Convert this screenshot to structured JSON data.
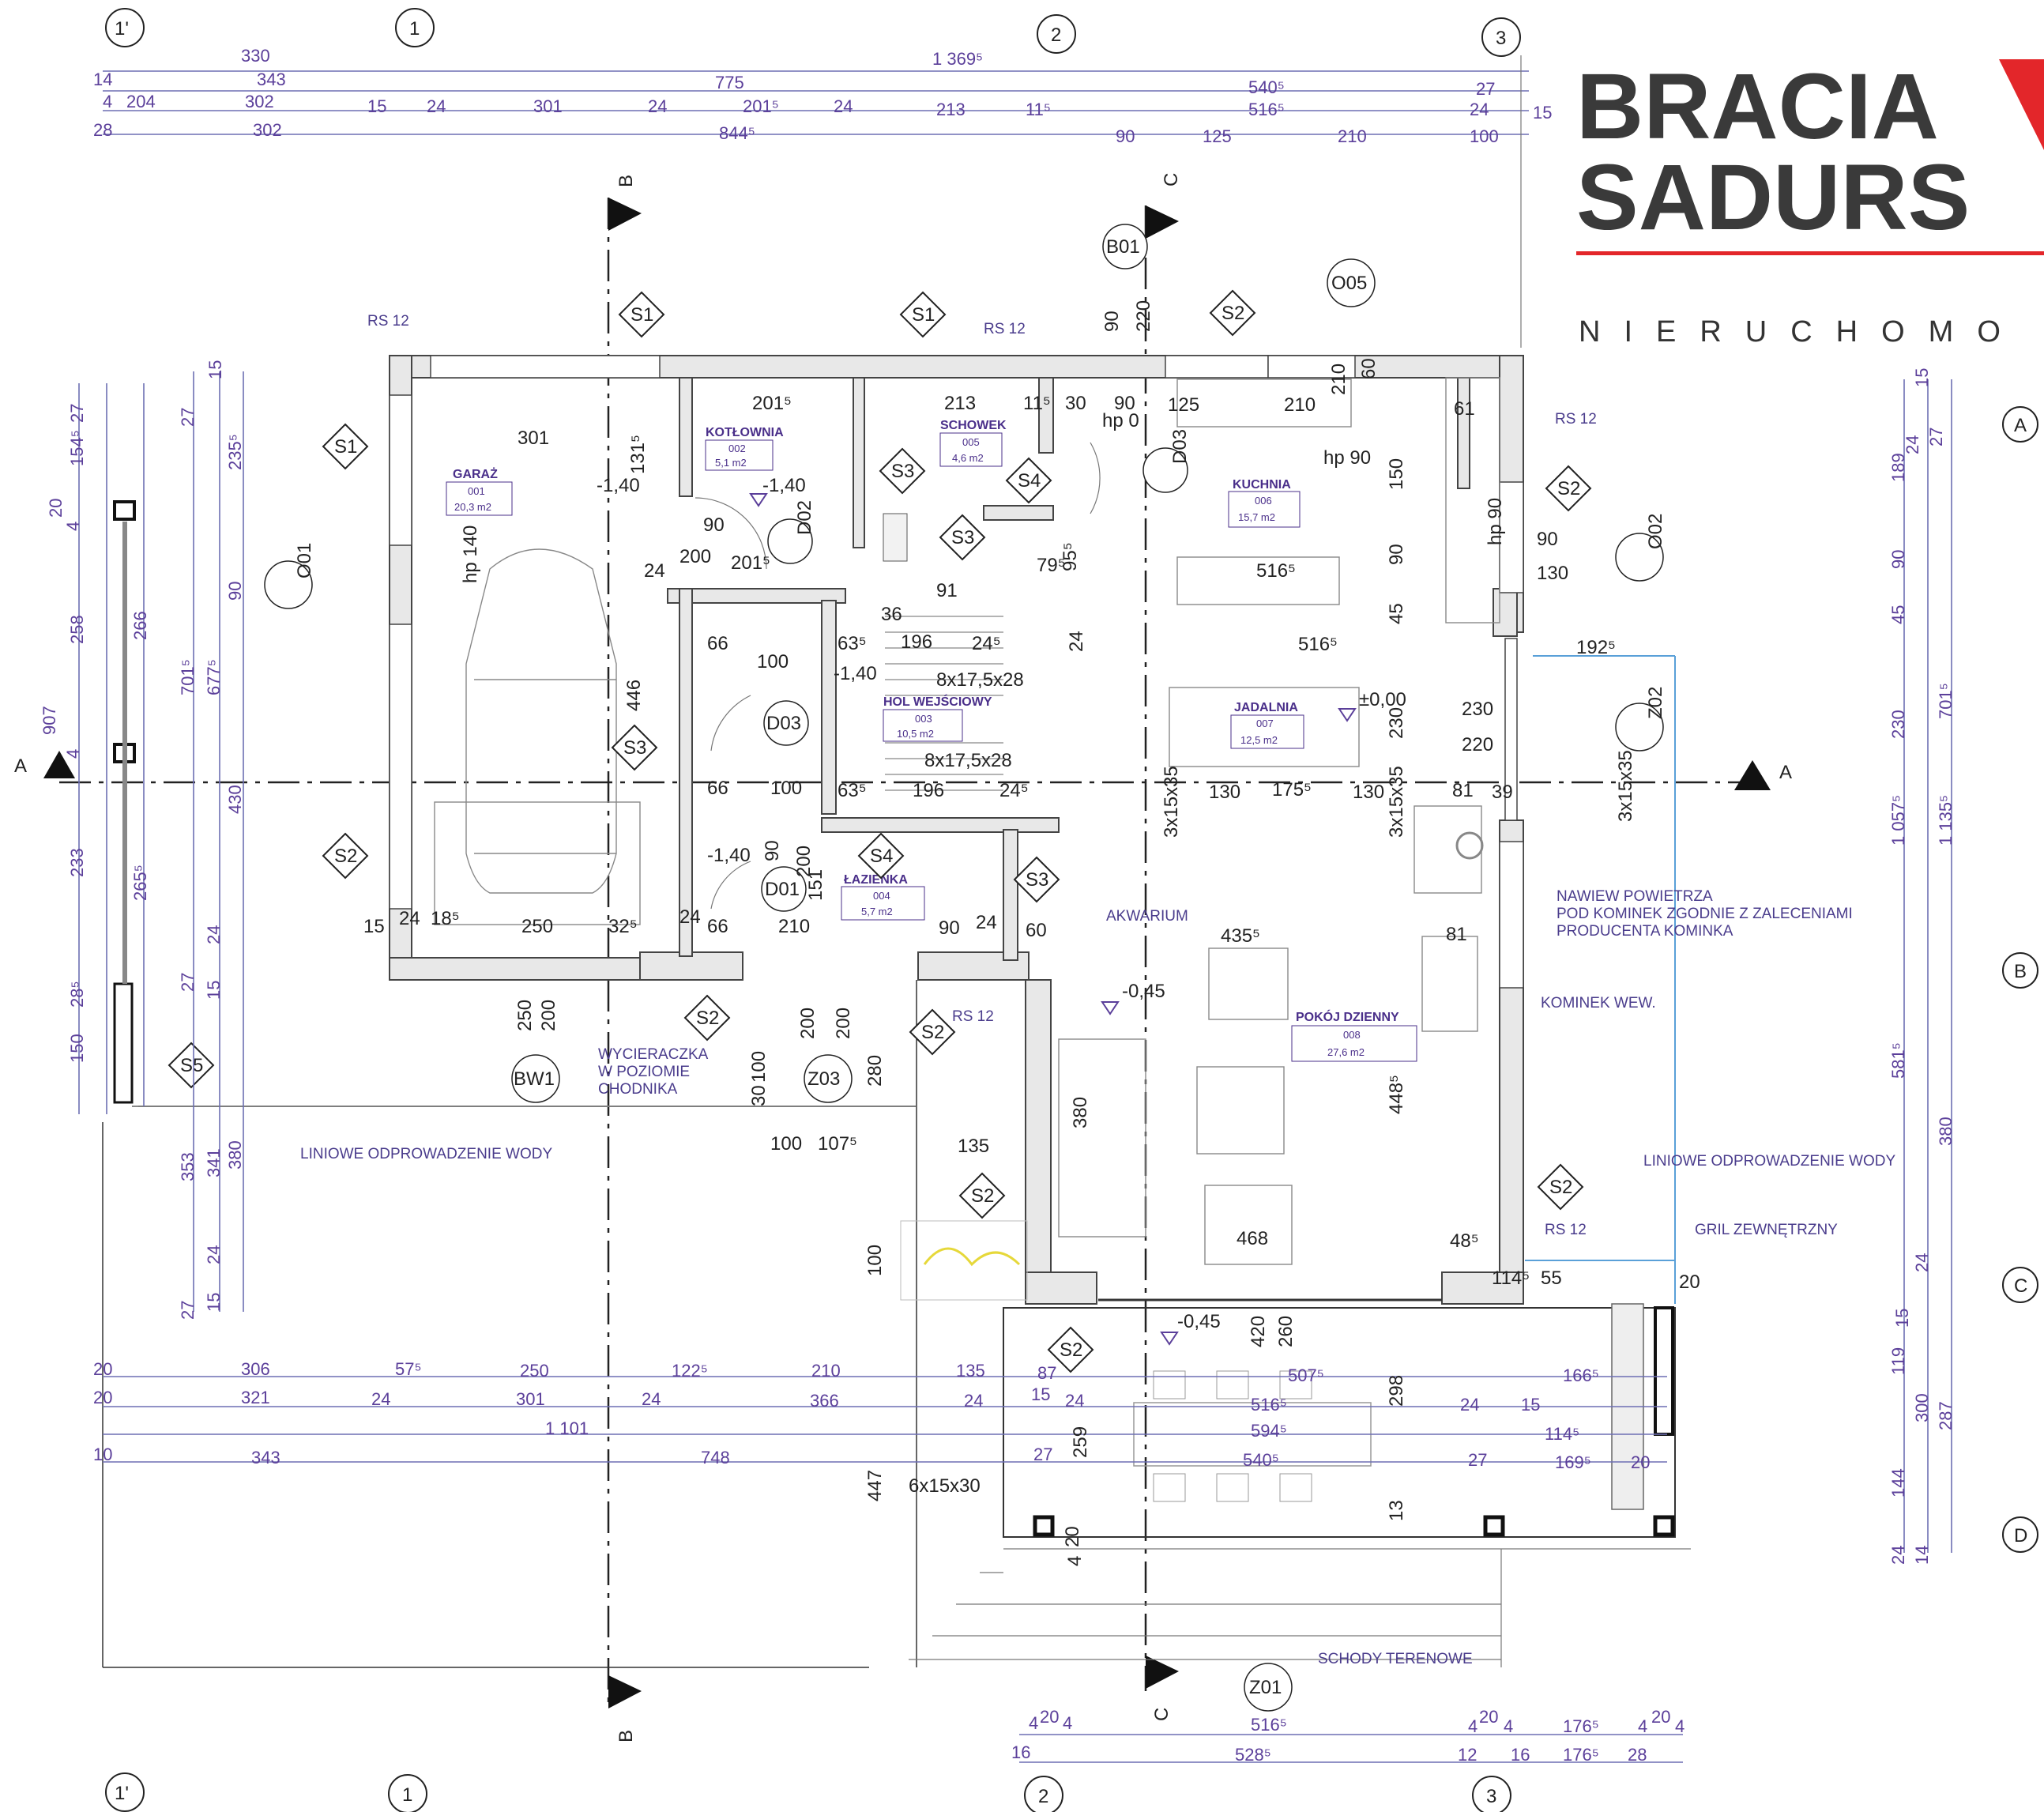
{
  "brand": {
    "line1": "BRACIA",
    "line2": "SADURS",
    "line3": "NIERUCHOMO",
    "accent": "#e3262a"
  },
  "axes": {
    "top": [
      "1'",
      "1",
      "2",
      "3"
    ],
    "bottom": [
      "1'",
      "1",
      "2",
      "3"
    ],
    "right": [
      "A",
      "B",
      "C",
      "D"
    ]
  },
  "sections": {
    "a": "A",
    "b": "B",
    "c": "C"
  },
  "rooms": [
    {
      "name": "GARAŻ",
      "num": "001",
      "area": "20,3 m2"
    },
    {
      "name": "KOTŁOWNIA",
      "num": "002",
      "area": "5,1 m2"
    },
    {
      "name": "SCHOWEK",
      "num": "005",
      "area": "4,6 m2"
    },
    {
      "name": "KUCHNIA",
      "num": "006",
      "area": "15,7 m2"
    },
    {
      "name": "HOL WEJŚCIOWY",
      "num": "003",
      "area": "10,5 m2"
    },
    {
      "name": "JADALNIA",
      "num": "007",
      "area": "12,5 m2"
    },
    {
      "name": "ŁAZIENKA",
      "num": "004",
      "area": "5,7 m2"
    },
    {
      "name": "POKÓJ DZIENNY",
      "num": "008",
      "area": "27,6 m2"
    }
  ],
  "notes": {
    "rs12": "RS 12",
    "nawiew1": "NAWIEW POWIETRZA",
    "nawiew2": "POD KOMINEK ZGODNIE Z ZALECENIAMI",
    "nawiew3": "PRODUCENTA KOMINKA",
    "kominek": "KOMINEK WEW.",
    "akwarium": "AKWARIUM",
    "liniowe": "LINIOWE ODPROWADZENIE WODY",
    "gril": "GRIL ZEWNĘTRZNY",
    "schody": "SCHODY TERENOWE",
    "wyc1": "WYCIERACZKA",
    "wyc2": "W POZIOMIE",
    "wyc3": "CHODNIKA",
    "stairs1": "8x17,5x28",
    "stairs2": "8x17,5x28",
    "stairs3": "6x15x30",
    "col1": "3x15x35",
    "col2": "3x15x35",
    "col3": "3x15x35"
  },
  "tags": {
    "s1": "S1",
    "s2": "S2",
    "s3": "S3",
    "s4": "S4",
    "s5": "S5",
    "o01": "O01",
    "o02": "O02",
    "o05": "O05",
    "z01": "Z01",
    "z02": "Z02",
    "z03": "Z03",
    "b01": "B01",
    "bw1": "BW1",
    "d01": "D01",
    "d02": "D02",
    "d03": "D03"
  },
  "levels": {
    "l1": "-1,40",
    "l2": "-1,40",
    "l3": "-1,40",
    "l4": "±0,00",
    "l5": "-0,45",
    "l6": "-0,45",
    "hp0": "hp 0",
    "hp90": "hp 90",
    "hp140": "hp 140",
    "hp90b": "hp 90"
  },
  "dims_top": {
    "r1": [
      "330",
      "1 369⁵"
    ],
    "r2": [
      "14",
      "343",
      "775",
      "540⁵",
      "27"
    ],
    "r3": [
      "4",
      "204",
      "302",
      "15",
      "24",
      "301",
      "24",
      "201⁵",
      "24",
      "213",
      "11⁵",
      "516⁵",
      "24",
      "15"
    ],
    "r4": [
      "28",
      "302",
      "844⁵",
      "90",
      "125",
      "210",
      "100"
    ]
  },
  "dims_bottom": {
    "r1": [
      "20",
      "306",
      "57⁵",
      "250",
      "122⁵",
      "210",
      "135",
      "87",
      "507⁵",
      "166⁵"
    ],
    "r2": [
      "20",
      "321",
      "24",
      "301",
      "24",
      "366",
      "24",
      "15",
      "24",
      "516⁵",
      "24",
      "15"
    ],
    "r3": [
      "1 101",
      "594⁵",
      "114⁵"
    ],
    "r4": [
      "10",
      "343",
      "748",
      "27",
      "540⁵",
      "27",
      "169⁵",
      "20"
    ],
    "r5": [
      "4",
      "20",
      "4",
      "516⁵",
      "4",
      "20",
      "4",
      "176⁵",
      "4",
      "20",
      "4"
    ],
    "r6": [
      "16",
      "528⁵",
      "12",
      "16",
      "176⁵",
      "28"
    ]
  },
  "dims_left": [
    "27",
    "154⁵",
    "20",
    "4",
    "258",
    "907",
    "4",
    "233",
    "28⁵",
    "150",
    "15",
    "27",
    "235⁵",
    "90",
    "701⁵",
    "677⁵",
    "430",
    "266",
    "265⁵",
    "24",
    "27",
    "15",
    "353",
    "341",
    "380",
    "24",
    "27",
    "15"
  ],
  "dims_right": [
    "15",
    "24",
    "27",
    "189",
    "90",
    "45",
    "230",
    "701⁵",
    "1 057⁵",
    "1 135⁵",
    "581⁵",
    "380",
    "24",
    "15",
    "119",
    "300",
    "287",
    "144",
    "24",
    "14"
  ],
  "dims_inner": [
    "301",
    "201⁵",
    "213",
    "11⁵",
    "30",
    "90",
    "125",
    "210",
    "61",
    "131⁵",
    "90",
    "200",
    "201⁵",
    "24",
    "79⁵",
    "95⁵",
    "516⁵",
    "90",
    "130",
    "36",
    "91",
    "63⁵",
    "196",
    "24⁵",
    "24",
    "516⁵",
    "192⁵",
    "66",
    "100",
    "446",
    "130",
    "175⁵",
    "130",
    "81",
    "39",
    "230",
    "220",
    "66",
    "100",
    "63⁵",
    "196",
    "24⁵",
    "151",
    "90",
    "200",
    "435⁵",
    "81",
    "66",
    "210",
    "90",
    "24",
    "60",
    "15",
    "24",
    "18⁵",
    "250",
    "32⁵",
    "24",
    "250",
    "200",
    "200",
    "200",
    "100",
    "30",
    "280",
    "380",
    "448⁵",
    "100",
    "107⁵",
    "135",
    "100",
    "468",
    "48⁵",
    "114⁵",
    "55",
    "20",
    "420",
    "260",
    "298",
    "259",
    "447",
    "20",
    "4",
    "13",
    "90",
    "220",
    "210",
    "60",
    "150",
    "90",
    "45",
    "230"
  ]
}
